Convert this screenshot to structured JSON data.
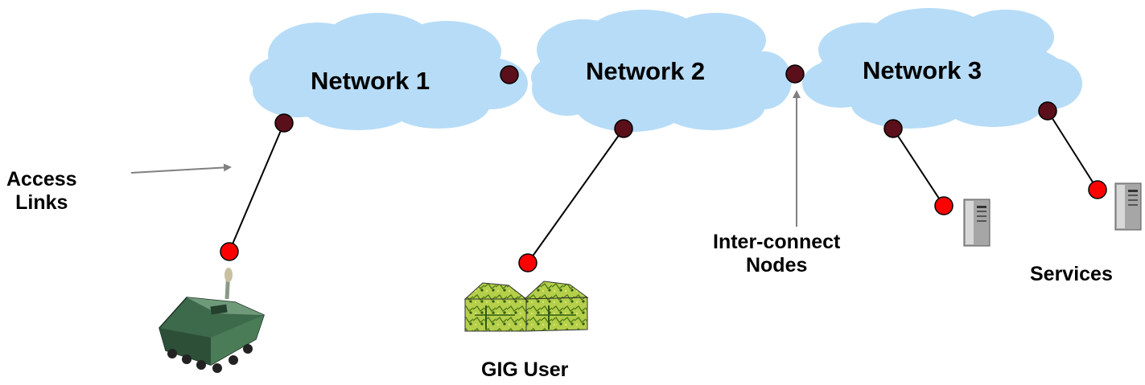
{
  "networks": [
    {
      "label": "Network 1"
    },
    {
      "label": "Network 2"
    },
    {
      "label": "Network 3"
    }
  ],
  "labels": {
    "access_line1": "Access",
    "access_line2": "Links",
    "interconnect_line1": "Inter-connect",
    "interconnect_line2": "Nodes",
    "services": "Services",
    "gig_user": "GIG User"
  },
  "colors": {
    "cloud_fill": "#b7dcf7",
    "interconnect_node": "#5a0f1b",
    "endpoint_node": "#ff0000",
    "link_line": "#000000",
    "arrow": "#808080"
  },
  "icons": {
    "vehicle": "military-vehicle-icon",
    "user": "gig-user-terrain-icon",
    "server": "server-icon"
  }
}
